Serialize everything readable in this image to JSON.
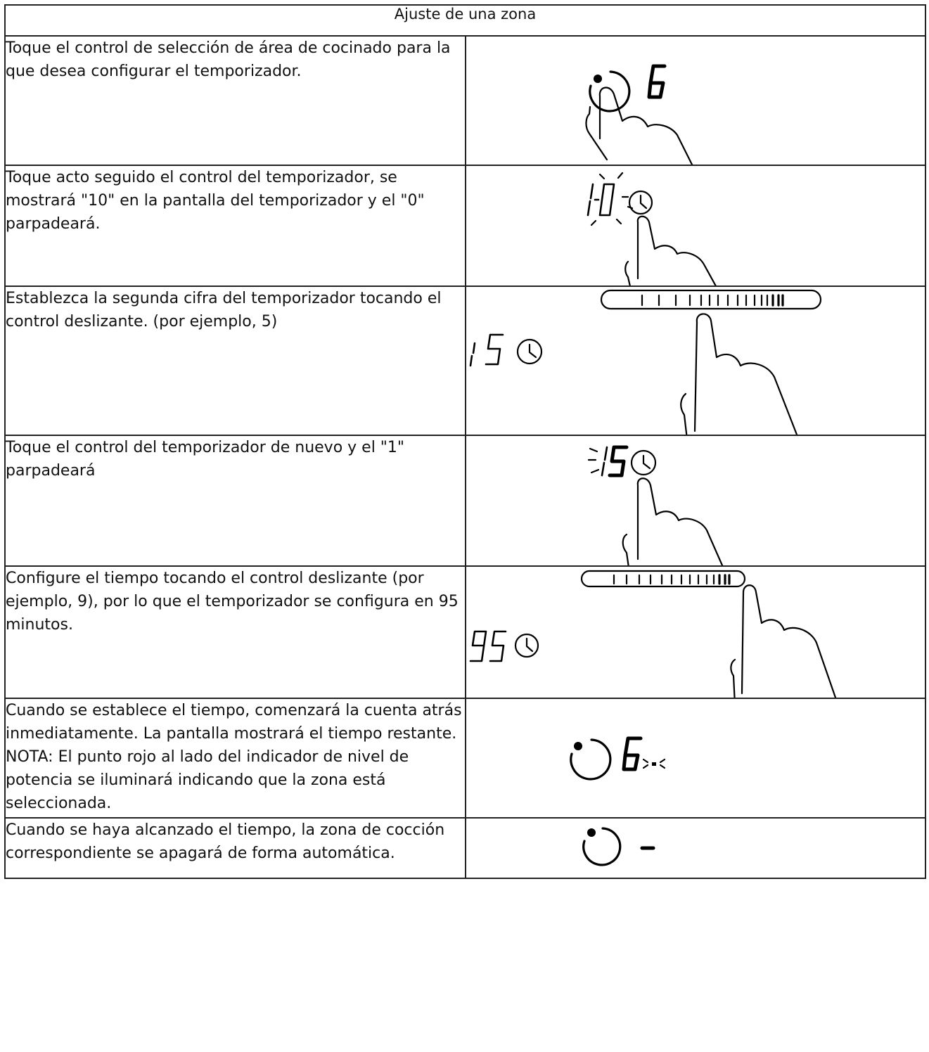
{
  "header": {
    "title": "Ajuste de una zona"
  },
  "steps": [
    {
      "text": "Toque el control de selección de área de cocinado para la que desea configurar el temporizador.",
      "display": "6"
    },
    {
      "text": "Toque acto seguido el control del temporizador, se mostrará \"10\" en la pantalla del temporizador y el \"0\" parpadeará.",
      "display": "10"
    },
    {
      "text": "Establezca la segunda cifra del temporizador tocando el control deslizante. (por ejemplo, 5)",
      "display": "15"
    },
    {
      "text": "Toque el control del temporizador de nuevo y el \"1\" parpadeará",
      "display": "15"
    },
    {
      "text": "Configure el tiempo tocando el control deslizante (por ejemplo, 9), por lo que el temporizador se configura en 95 minutos.",
      "display": "95"
    },
    {
      "text": "Cuando se establece el tiempo, comenzará la cuenta atrás inmediatamente. La pantalla mostrará el tiempo restante. NOTA: El punto rojo al lado del indicador de nivel de potencia se iluminará indicando que la zona está seleccionada.",
      "display": "6"
    },
    {
      "text": "Cuando se haya alcanzado el tiempo, la zona de cocción correspondiente se apagará de forma automática.",
      "display": "-"
    }
  ],
  "icons": [
    "zone-select-icon",
    "timer-clock-icon",
    "slider-control-icon",
    "pointing-hand-icon",
    "blink-rays-icon"
  ]
}
